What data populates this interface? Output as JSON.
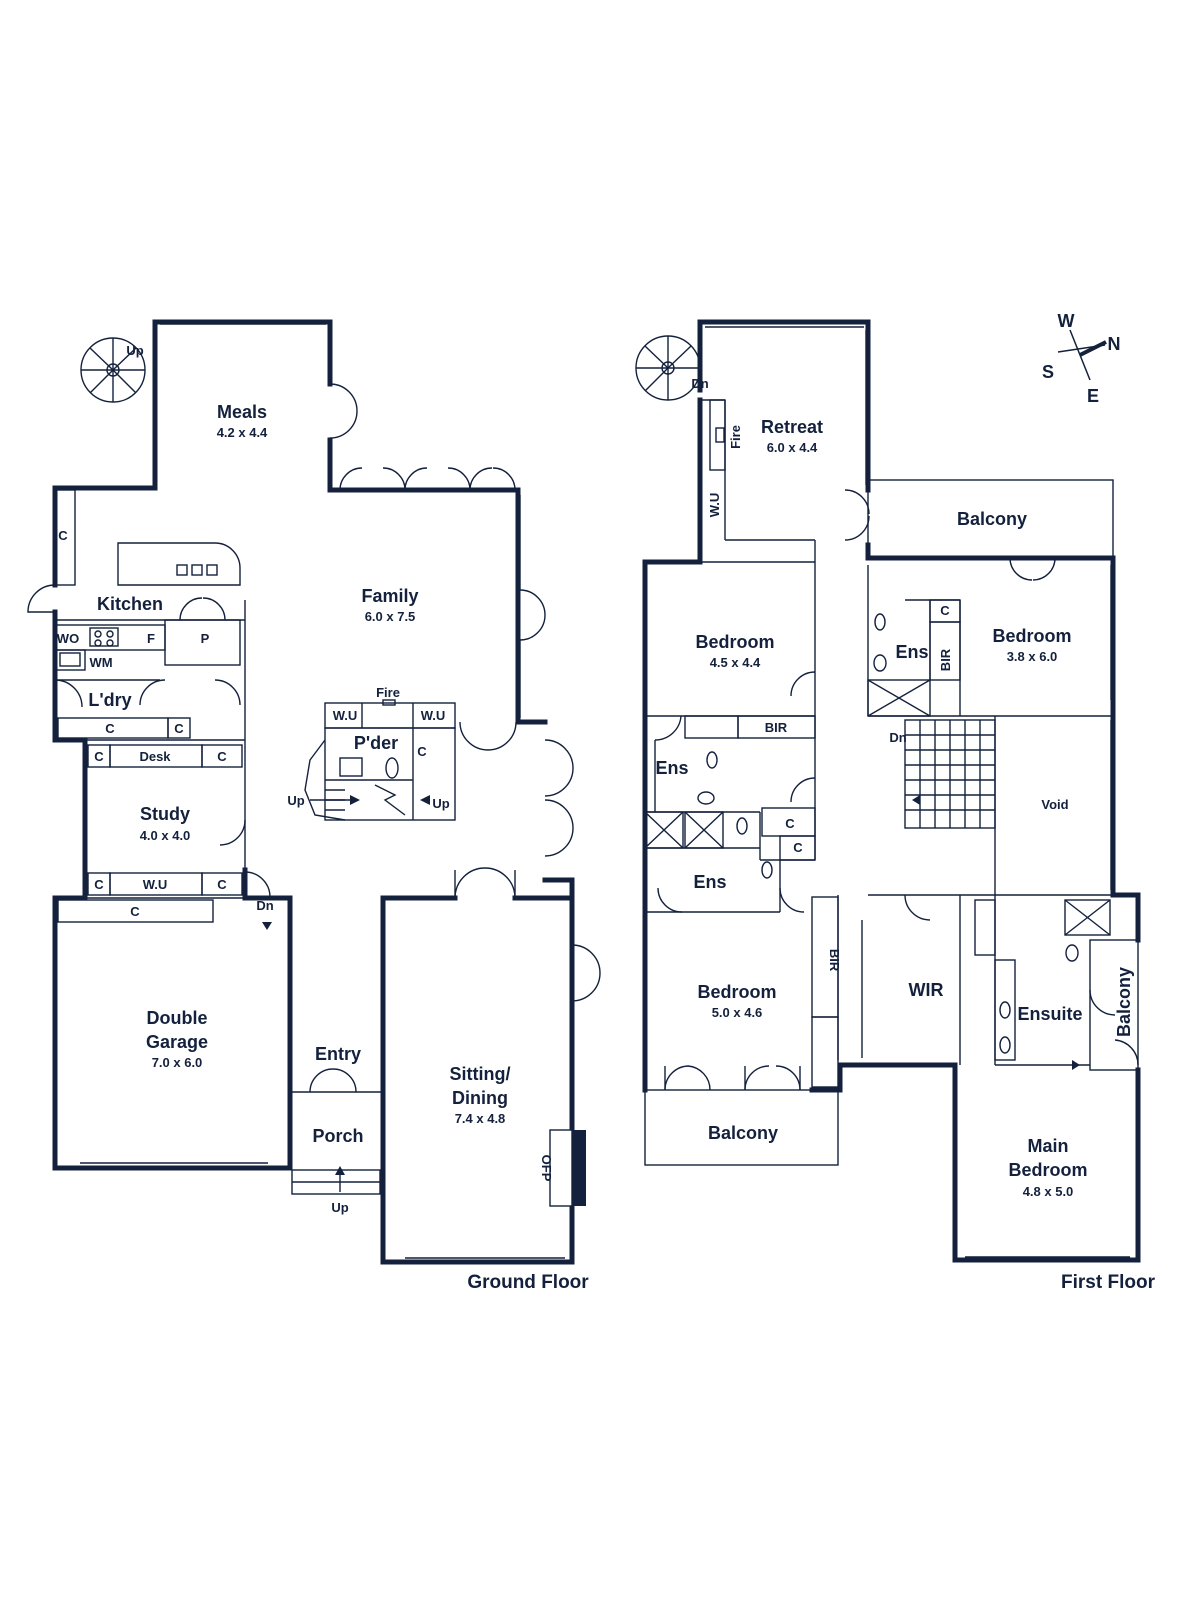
{
  "floors": {
    "ground": "Ground Floor",
    "first": "First Floor"
  },
  "compass": {
    "w": "W",
    "n": "N",
    "s": "S",
    "e": "E"
  },
  "ground_rooms": {
    "meals": {
      "name": "Meals",
      "dims": "4.2 x 4.4"
    },
    "family": {
      "name": "Family",
      "dims": "6.0 x 7.5"
    },
    "kitchen": {
      "name": "Kitchen"
    },
    "laundry": {
      "name": "L'dry"
    },
    "study": {
      "name": "Study",
      "dims": "4.0 x 4.0"
    },
    "garage": {
      "line1": "Double",
      "line2": "Garage",
      "dims": "7.0 x 6.0"
    },
    "entry": {
      "name": "Entry"
    },
    "porch": {
      "name": "Porch"
    },
    "sitting": {
      "line1": "Sitting/",
      "line2": "Dining",
      "dims": "7.4 x 4.8"
    },
    "powder": {
      "name": "P'der"
    }
  },
  "ground_labels": {
    "up_spiral": "Up",
    "c_kitchen": "C",
    "wo": "WO",
    "f": "F",
    "p": "P",
    "wm": "WM",
    "c_ldry1": "C",
    "c_ldry2": "C",
    "c_desk_l": "C",
    "desk": "Desk",
    "c_desk_r": "C",
    "c_study_l": "C",
    "wu_study": "W.U",
    "c_study_r": "C",
    "dn_garage": "Dn",
    "c_garage": "C",
    "fire": "Fire",
    "wu_left": "W.U",
    "wu_right": "W.U",
    "c_pder": "C",
    "up_stair_l": "Up",
    "up_stair_r": "Up",
    "up_porch": "Up",
    "ofp": "OFP"
  },
  "first_rooms": {
    "retreat": {
      "name": "Retreat",
      "dims": "6.0 x 4.4"
    },
    "balcony_top": {
      "name": "Balcony"
    },
    "bed1": {
      "name": "Bedroom",
      "dims": "4.5 x 4.4"
    },
    "bed2": {
      "name": "Bedroom",
      "dims": "3.8 x 6.0"
    },
    "bed3": {
      "name": "Bedroom",
      "dims": "5.0 x 4.6"
    },
    "void": {
      "name": "Void"
    },
    "ens1": {
      "name": "Ens"
    },
    "ens2": {
      "name": "Ens"
    },
    "ens3": {
      "name": "Ens"
    },
    "wir": {
      "name": "WIR"
    },
    "ensuite": {
      "name": "Ensuite"
    },
    "balcony_side": {
      "name": "Balcony"
    },
    "balcony_bottom": {
      "name": "Balcony"
    },
    "main": {
      "line1": "Main",
      "line2": "Bedroom",
      "dims": "4.8 x 5.0"
    }
  },
  "first_labels": {
    "dn_spiral": "Dn",
    "fire": "Fire",
    "wu": "W.U",
    "c_bed2": "C",
    "bir_bed2": "BIR",
    "bir_bed1": "BIR",
    "dn_stair": "Dn",
    "c1": "C",
    "c2": "C",
    "bir_bed3": "BIR"
  }
}
